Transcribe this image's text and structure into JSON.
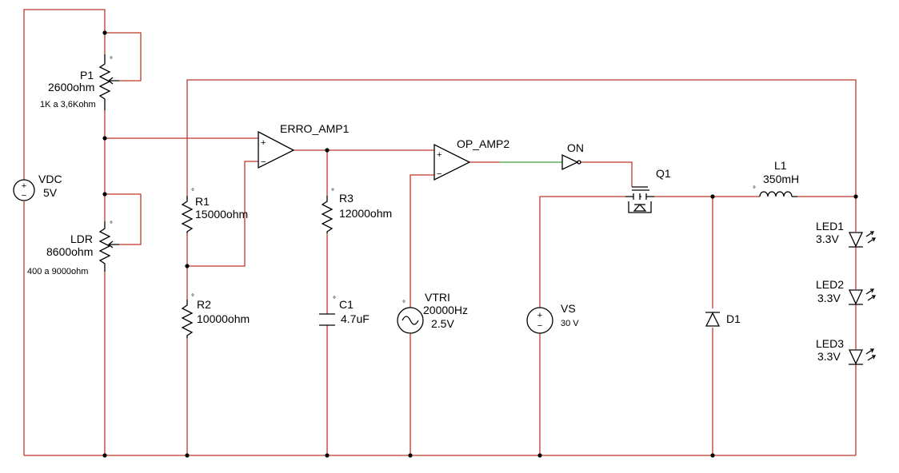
{
  "components": {
    "vdc": {
      "name": "VDC",
      "value": "5V"
    },
    "p1": {
      "name": "P1",
      "value": "2600ohm",
      "note": "1K a 3,6Kohm"
    },
    "ldr": {
      "name": "LDR",
      "value": "8600ohm",
      "note": "400 a 9000ohm"
    },
    "r1": {
      "name": "R1",
      "value": "15000ohm"
    },
    "r2": {
      "name": "R2",
      "value": "10000ohm"
    },
    "r3": {
      "name": "R3",
      "value": "12000ohm"
    },
    "c1": {
      "name": "C1",
      "value": "4.7uF"
    },
    "erro_amp1": {
      "name": "ERRO_AMP1"
    },
    "op_amp2": {
      "name": "OP_AMP2"
    },
    "vtri": {
      "name": "VTRI",
      "freq": "20000Hz",
      "value": "2.5V"
    },
    "on": {
      "name": "ON"
    },
    "q1": {
      "name": "Q1"
    },
    "vs": {
      "name": "VS",
      "value": "30 V"
    },
    "d1": {
      "name": "D1"
    },
    "l1": {
      "name": "L1",
      "value": "350mH"
    },
    "led1": {
      "name": "LED1",
      "value": "3.3V"
    },
    "led2": {
      "name": "LED2",
      "value": "3.3V"
    },
    "led3": {
      "name": "LED3",
      "value": "3.3V"
    }
  },
  "opamp_pins": {
    "plus": "+",
    "minus": "−"
  },
  "source_marks": {
    "plus": "+",
    "minus": "−"
  },
  "colors": {
    "wire": "#c0392b",
    "signal_wire": "#3aa03a",
    "component": "#000000"
  }
}
